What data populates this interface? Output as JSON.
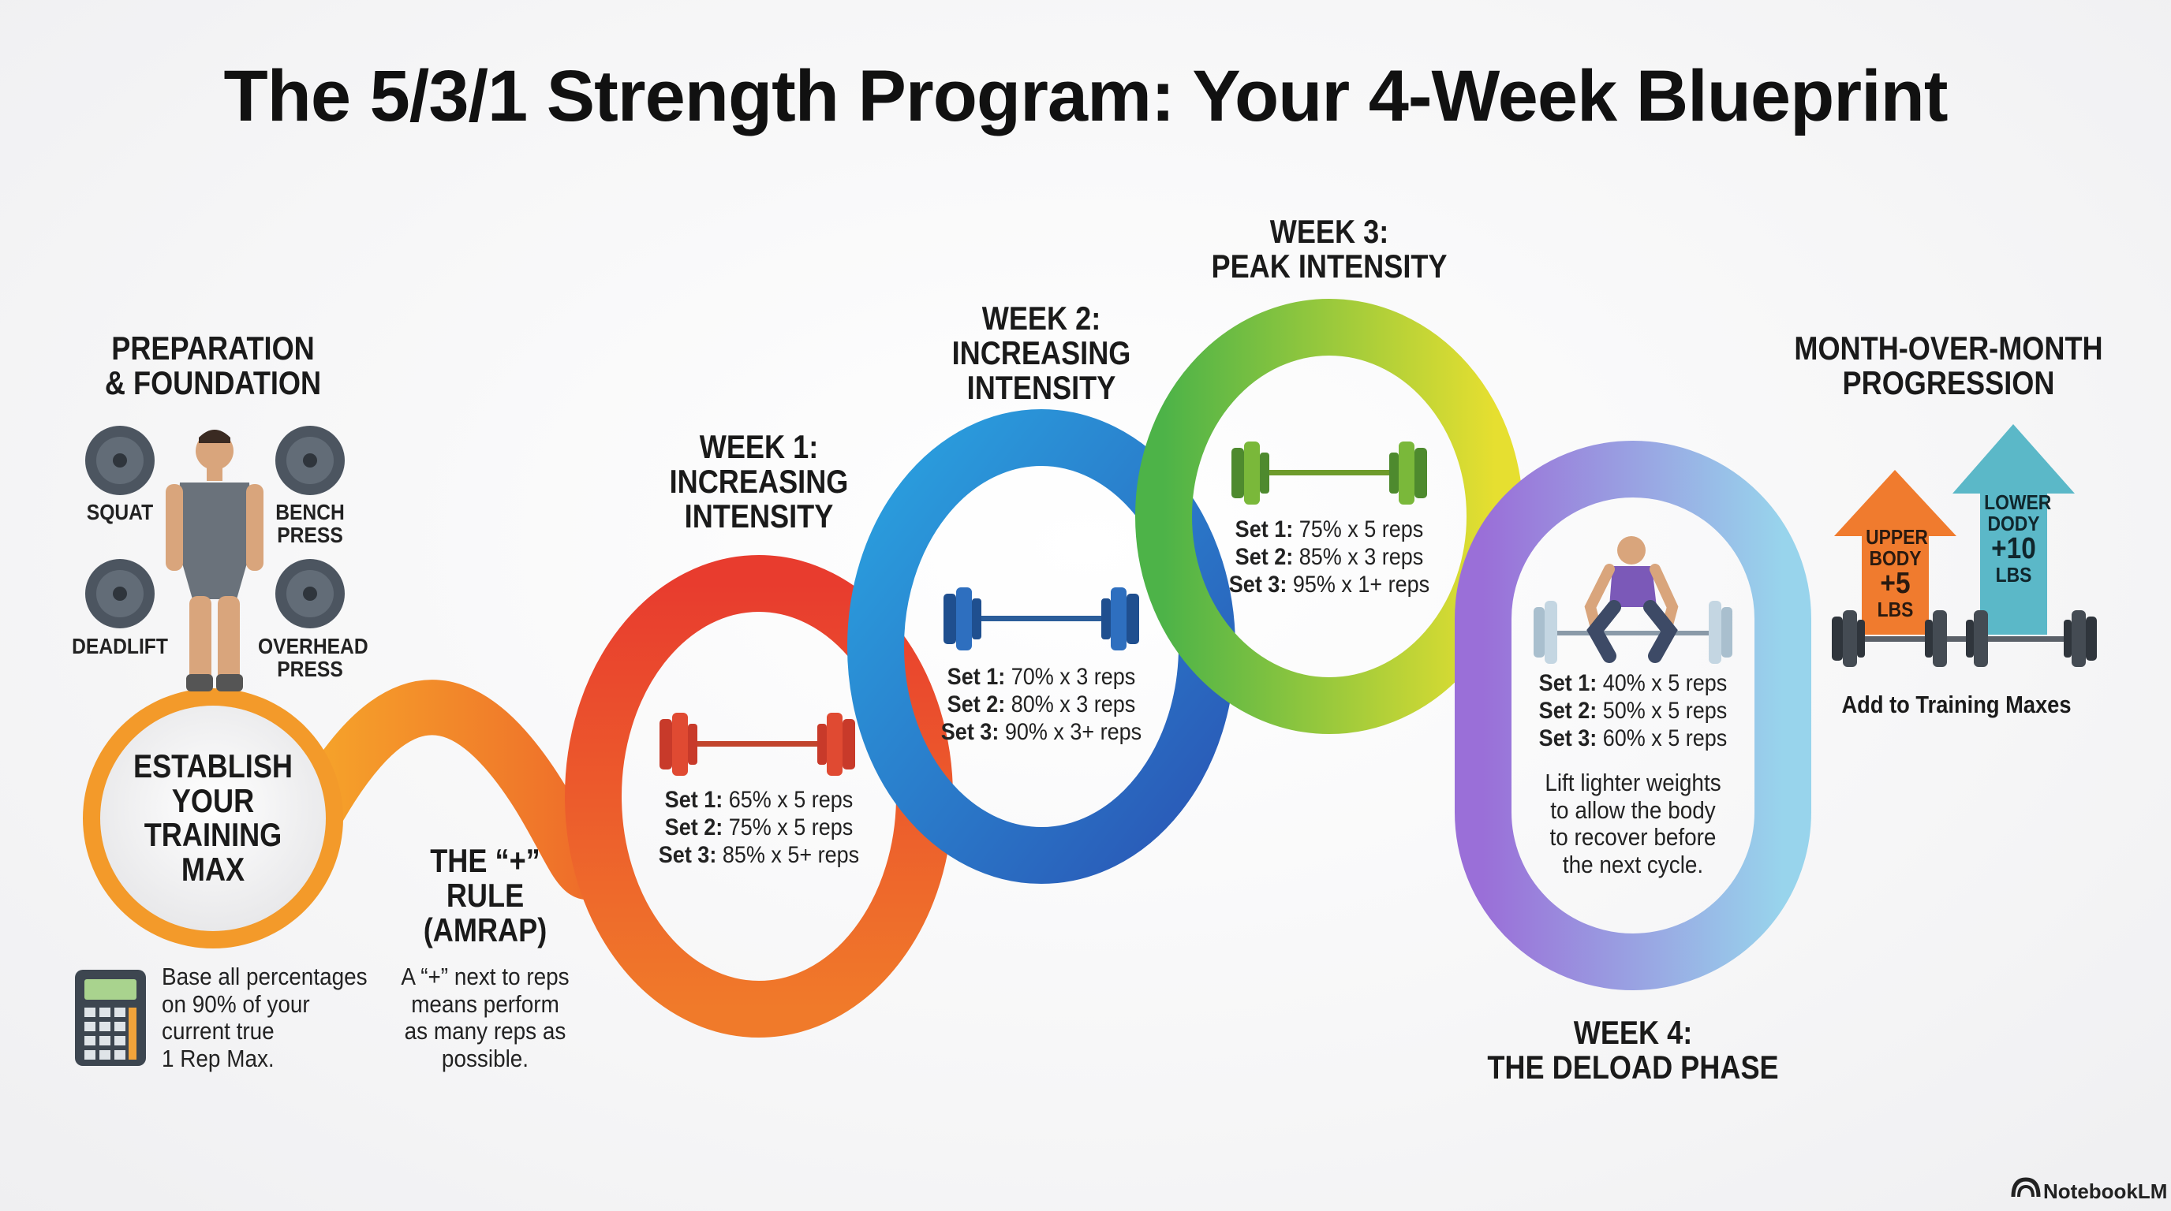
{
  "title": "The 5/3/1 Strength Program: Your 4-Week Blueprint",
  "preparation": {
    "heading": [
      "PREPARATION",
      "& FOUNDATION"
    ],
    "lifts": [
      {
        "label": [
          "SQUAT"
        ]
      },
      {
        "label": [
          "BENCH",
          "PRESS"
        ]
      },
      {
        "label": [
          "DEADLIFT"
        ]
      },
      {
        "label": [
          "OVERHEAD",
          "PRESS"
        ]
      }
    ],
    "circle_text": [
      "ESTABLISH",
      "YOUR",
      "TRAINING",
      "MAX"
    ],
    "note": [
      "Base all percentages",
      "on 90% of your",
      "current true",
      "1 Rep Max."
    ]
  },
  "plus_rule": {
    "heading": [
      "THE “+”",
      "RULE",
      "(AMRAP)"
    ],
    "note": [
      "A “+” next to reps",
      "means perform",
      "as many reps as",
      "possible."
    ]
  },
  "weeks": [
    {
      "heading": [
        "WEEK 1:",
        "INCREASING",
        "INTENSITY"
      ],
      "sets": [
        {
          "label": "Set 1:",
          "value": "65% x 5 reps"
        },
        {
          "label": "Set 2:",
          "value": "75% x 5 reps"
        },
        {
          "label": "Set 3:",
          "value": "85% x 5+ reps"
        }
      ],
      "color": "#e8532c"
    },
    {
      "heading": [
        "WEEK 2:",
        "INCREASING",
        "INTENSITY"
      ],
      "sets": [
        {
          "label": "Set 1:",
          "value": "70% x 3 reps"
        },
        {
          "label": "Set 2:",
          "value": "80% x 3 reps"
        },
        {
          "label": "Set 3:",
          "value": "90% x 3+ reps"
        }
      ],
      "color": "#2f7fc8"
    },
    {
      "heading": [
        "WEEK 3:",
        "PEAK INTENSITY"
      ],
      "sets": [
        {
          "label": "Set 1:",
          "value": "75% x 5 reps"
        },
        {
          "label": "Set 2:",
          "value": "85% x 3 reps"
        },
        {
          "label": "Set 3:",
          "value": "95% x 1+ reps"
        }
      ],
      "color": "#7cc23e"
    },
    {
      "heading": [
        "WEEK 4:",
        "THE DELOAD PHASE"
      ],
      "sets": [
        {
          "label": "Set 1:",
          "value": "40% x 5 reps"
        },
        {
          "label": "Set 2:",
          "value": "50% x 5 reps"
        },
        {
          "label": "Set 3:",
          "value": "60% x 5 reps"
        }
      ],
      "note": [
        "Lift lighter weights",
        "to allow the body",
        "to recover before",
        "the next cycle."
      ],
      "color": "#9a7ad8"
    }
  ],
  "progression": {
    "heading": [
      "MONTH-OVER-MONTH",
      "PROGRESSION"
    ],
    "upper": [
      "UPPER",
      "BODY",
      "+5",
      "LBS"
    ],
    "lower": [
      "LOWER",
      "DODY",
      "+10",
      "LBS"
    ],
    "caption": "Add to Training Maxes"
  },
  "watermark": "NotebookLM",
  "colors": {
    "orange": "#f39a2a",
    "red": "#e8532c",
    "blue": "#2f7fc8",
    "green": "#7cc23e",
    "yellow": "#e2d93a",
    "purple": "#9a7ad8",
    "lightblue": "#9fd3ee",
    "arrow_orange": "#f07b2e",
    "arrow_teal": "#5bb8c8"
  }
}
